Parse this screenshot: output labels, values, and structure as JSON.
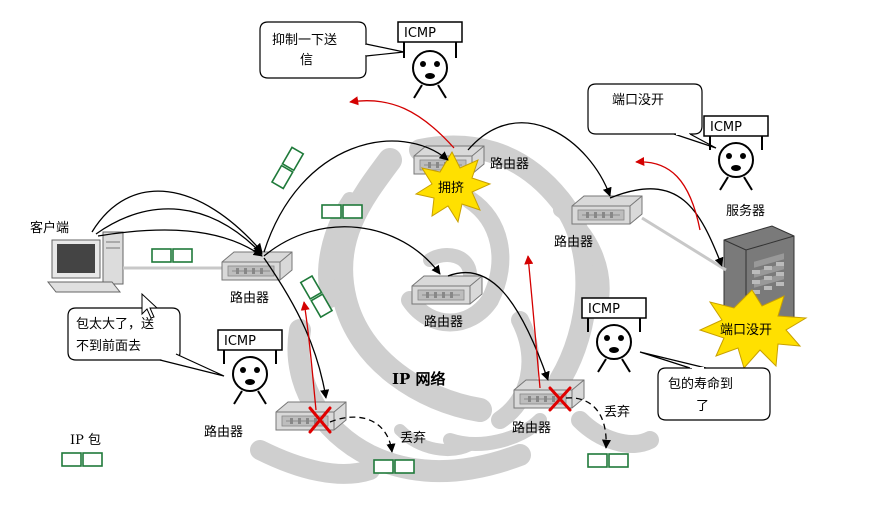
{
  "network_label": "IP 网络",
  "legend": {
    "label": "IP 包"
  },
  "client": {
    "label": "客户端"
  },
  "server": {
    "label": "服务器",
    "burst_text": "端口没开"
  },
  "routers": {
    "top": "路由器",
    "right": "路由器",
    "left": "路由器",
    "center": "路由器",
    "bottom_left": "路由器",
    "bottom_right": "路由器"
  },
  "congestion": {
    "burst_text": "拥挤"
  },
  "drops": {
    "left": "丢弃",
    "right": "丢弃"
  },
  "icmp_label": "ICMP",
  "bubbles": {
    "suppress": [
      "抑制一下送",
      "信"
    ],
    "port_closed": "端口没开",
    "too_big": [
      "包太大了，送",
      "不到前面去"
    ],
    "ttl": [
      "包的寿命到",
      "了"
    ]
  },
  "colors": {
    "arrow_black": "#000000",
    "arrow_red": "#d40000",
    "packet": "#1f7a3a",
    "burst": "#ffe000",
    "burst_stroke": "#c8a000",
    "maze": "#cfcfcf",
    "drop_x": "#e00000"
  }
}
